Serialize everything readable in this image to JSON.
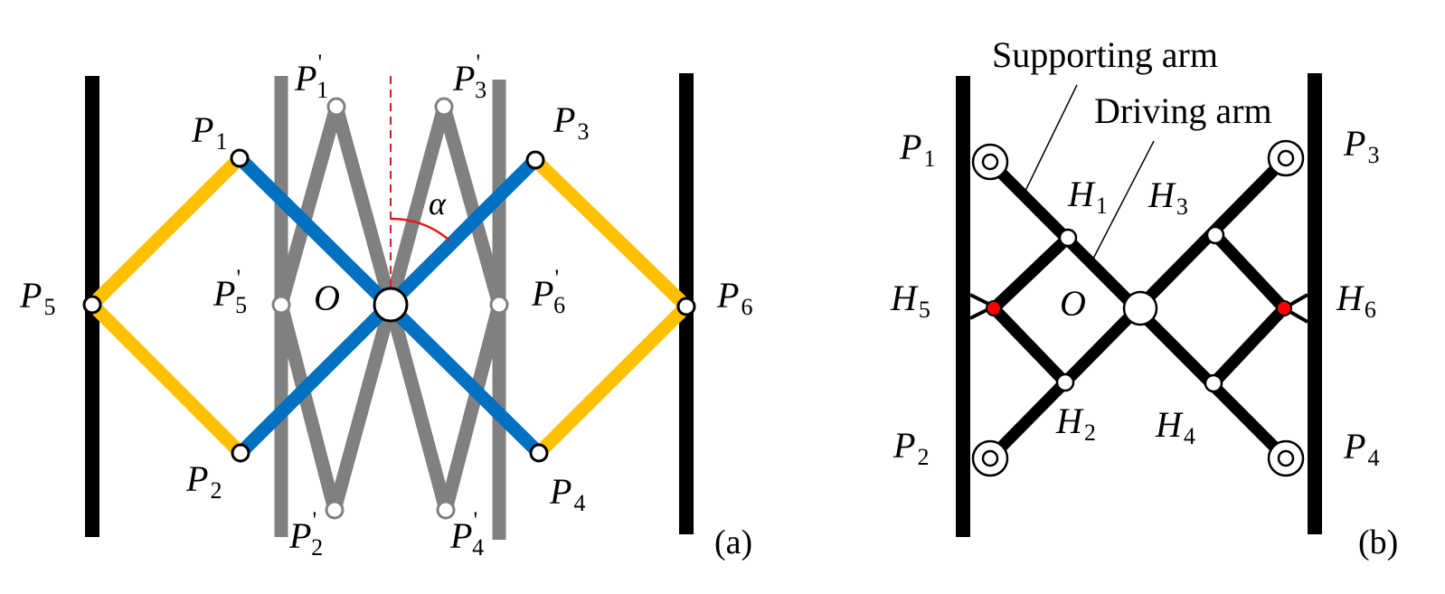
{
  "colors": {
    "wall": "#000000",
    "folded_link": "#808080",
    "yellow_link": "#FFC000",
    "blue_link": "#0070C0",
    "angle_marker": "#E31A1C",
    "active_joint": "#FF0000",
    "joint_fill": "#FFFFFF"
  },
  "panel_a": {
    "caption": "(a)",
    "center_label": "O",
    "angle_label": "α",
    "points": {
      "P1": {
        "main": "P",
        "sub": "1"
      },
      "P2": {
        "main": "P",
        "sub": "2"
      },
      "P3": {
        "main": "P",
        "sub": "3"
      },
      "P4": {
        "main": "P",
        "sub": "4"
      },
      "P5": {
        "main": "P",
        "sub": "5"
      },
      "P6": {
        "main": "P",
        "sub": "6"
      },
      "P1p": {
        "main": "P",
        "sub": "1",
        "sup": "'"
      },
      "P2p": {
        "main": "P",
        "sub": "2",
        "sup": "'"
      },
      "P3p": {
        "main": "P",
        "sub": "3",
        "sup": "'"
      },
      "P4p": {
        "main": "P",
        "sub": "4",
        "sup": "'"
      },
      "P5p": {
        "main": "P",
        "sub": "5",
        "sup": "'"
      },
      "P6p": {
        "main": "P",
        "sub": "6",
        "sup": "'"
      }
    }
  },
  "panel_b": {
    "caption": "(b)",
    "center_label": "O",
    "supporting_arm_label": "Supporting arm",
    "driving_arm_label": "Driving arm",
    "points": {
      "P1": {
        "main": "P",
        "sub": "1"
      },
      "P2": {
        "main": "P",
        "sub": "2"
      },
      "P3": {
        "main": "P",
        "sub": "3"
      },
      "P4": {
        "main": "P",
        "sub": "4"
      },
      "H1": {
        "main": "H",
        "sub": "1"
      },
      "H2": {
        "main": "H",
        "sub": "2"
      },
      "H3": {
        "main": "H",
        "sub": "3"
      },
      "H4": {
        "main": "H",
        "sub": "4"
      },
      "H5": {
        "main": "H",
        "sub": "5"
      },
      "H6": {
        "main": "H",
        "sub": "6"
      }
    }
  }
}
